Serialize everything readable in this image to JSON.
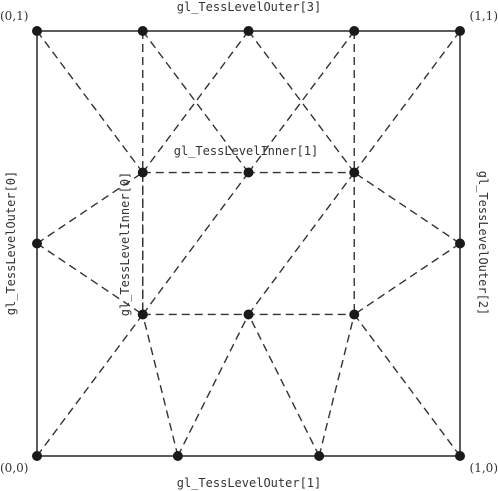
{
  "colors": {
    "stroke": "#333333",
    "vertex": "#1a1a1a",
    "background": "#ffffff"
  },
  "labels": {
    "outer0": "gl_TessLevelOuter[0]",
    "outer1": "gl_TessLevelOuter[1]",
    "outer2": "gl_TessLevelOuter[2]",
    "outer3": "gl_TessLevelOuter[3]",
    "inner0": "gl_TessLevelInner[0]",
    "inner1": "gl_TessLevelInner[1]"
  },
  "corners": {
    "top_left": "(0,1)",
    "top_right": "(1,1)",
    "bottom_left": "(0,0)",
    "bottom_right": "(1,0)"
  },
  "vertices": {
    "bottom": [
      [
        0,
        0
      ],
      [
        0.333,
        0
      ],
      [
        0.667,
        0
      ],
      [
        1,
        0
      ]
    ],
    "top": [
      [
        0,
        1
      ],
      [
        0.25,
        1
      ],
      [
        0.5,
        1
      ],
      [
        0.75,
        1
      ],
      [
        1,
        1
      ]
    ],
    "left": [
      [
        0,
        0.5
      ]
    ],
    "right": [
      [
        1,
        0.5
      ]
    ],
    "inner": [
      [
        0.25,
        0.333
      ],
      [
        0.5,
        0.333
      ],
      [
        0.75,
        0.333
      ],
      [
        0.25,
        0.667
      ],
      [
        0.5,
        0.667
      ],
      [
        0.75,
        0.667
      ]
    ]
  },
  "edges": [
    [
      [
        0.25,
        1
      ],
      [
        0.25,
        0.333
      ]
    ],
    [
      [
        0.75,
        1
      ],
      [
        0.75,
        0.333
      ]
    ],
    [
      [
        0.25,
        0.333
      ],
      [
        0.75,
        0.333
      ]
    ],
    [
      [
        0.25,
        0.667
      ],
      [
        0.75,
        0.667
      ]
    ],
    [
      [
        0,
        1
      ],
      [
        0.25,
        0.667
      ]
    ],
    [
      [
        0.25,
        1
      ],
      [
        0.5,
        0.667
      ]
    ],
    [
      [
        0.5,
        1
      ],
      [
        0.25,
        0.667
      ]
    ],
    [
      [
        0.5,
        1
      ],
      [
        0.75,
        0.667
      ]
    ],
    [
      [
        0.75,
        1
      ],
      [
        0.5,
        0.667
      ]
    ],
    [
      [
        1,
        1
      ],
      [
        0.75,
        0.667
      ]
    ],
    [
      [
        0,
        0.5
      ],
      [
        0.25,
        0.667
      ]
    ],
    [
      [
        0,
        0.5
      ],
      [
        0.25,
        0.333
      ]
    ],
    [
      [
        1,
        0.5
      ],
      [
        0.75,
        0.667
      ]
    ],
    [
      [
        1,
        0.5
      ],
      [
        0.75,
        0.333
      ]
    ],
    [
      [
        0.25,
        0.667
      ],
      [
        0.25,
        0.333
      ]
    ],
    [
      [
        0.5,
        0.667
      ],
      [
        0.25,
        0.333
      ]
    ],
    [
      [
        0.75,
        0.667
      ],
      [
        0.5,
        0.333
      ]
    ],
    [
      [
        0,
        0
      ],
      [
        0.25,
        0.333
      ]
    ],
    [
      [
        0.333,
        0
      ],
      [
        0.25,
        0.333
      ]
    ],
    [
      [
        0.333,
        0
      ],
      [
        0.5,
        0.333
      ]
    ],
    [
      [
        0.667,
        0
      ],
      [
        0.5,
        0.333
      ]
    ],
    [
      [
        0.667,
        0
      ],
      [
        0.75,
        0.333
      ]
    ],
    [
      [
        1,
        0
      ],
      [
        0.75,
        0.333
      ]
    ]
  ]
}
